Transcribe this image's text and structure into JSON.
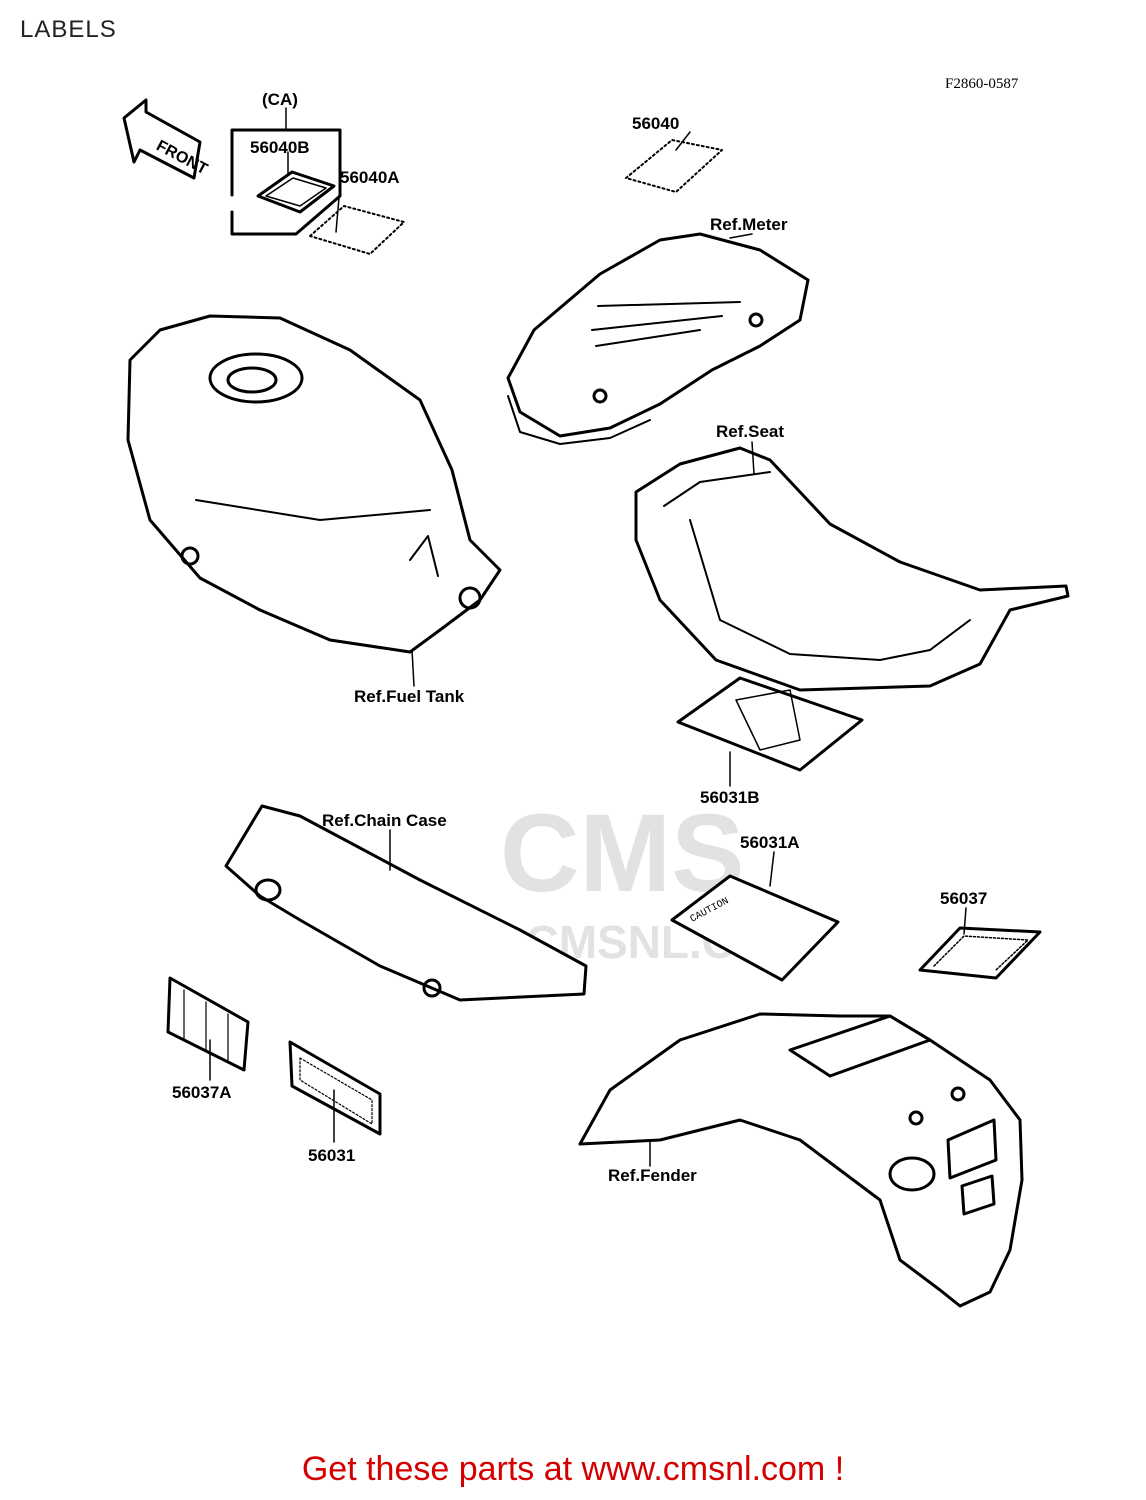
{
  "page": {
    "title": "LABELS",
    "diagram_code": "F2860-0587"
  },
  "watermark": {
    "brand": "CMS",
    "url": "WWW.CMSNL.COM"
  },
  "callouts": {
    "ca": "(CA)",
    "p56040B": "56040B",
    "p56040A": "56040A",
    "p56040": "56040",
    "ref_meter": "Ref.Meter",
    "ref_seat": "Ref.Seat",
    "ref_fuel_tank": "Ref.Fuel Tank",
    "p56031B": "56031B",
    "ref_chain_case": "Ref.Chain Case",
    "p56031A": "56031A",
    "p56037": "56037",
    "p56037A": "56037A",
    "p56031": "56031",
    "ref_fender": "Ref.Fender"
  },
  "front_arrow": {
    "label": "FRONT"
  },
  "decal_text": {
    "caution": "CAUTION"
  },
  "footer": {
    "link_text": "Get these parts at www.cmsnl.com !",
    "color": "#d40000"
  }
}
